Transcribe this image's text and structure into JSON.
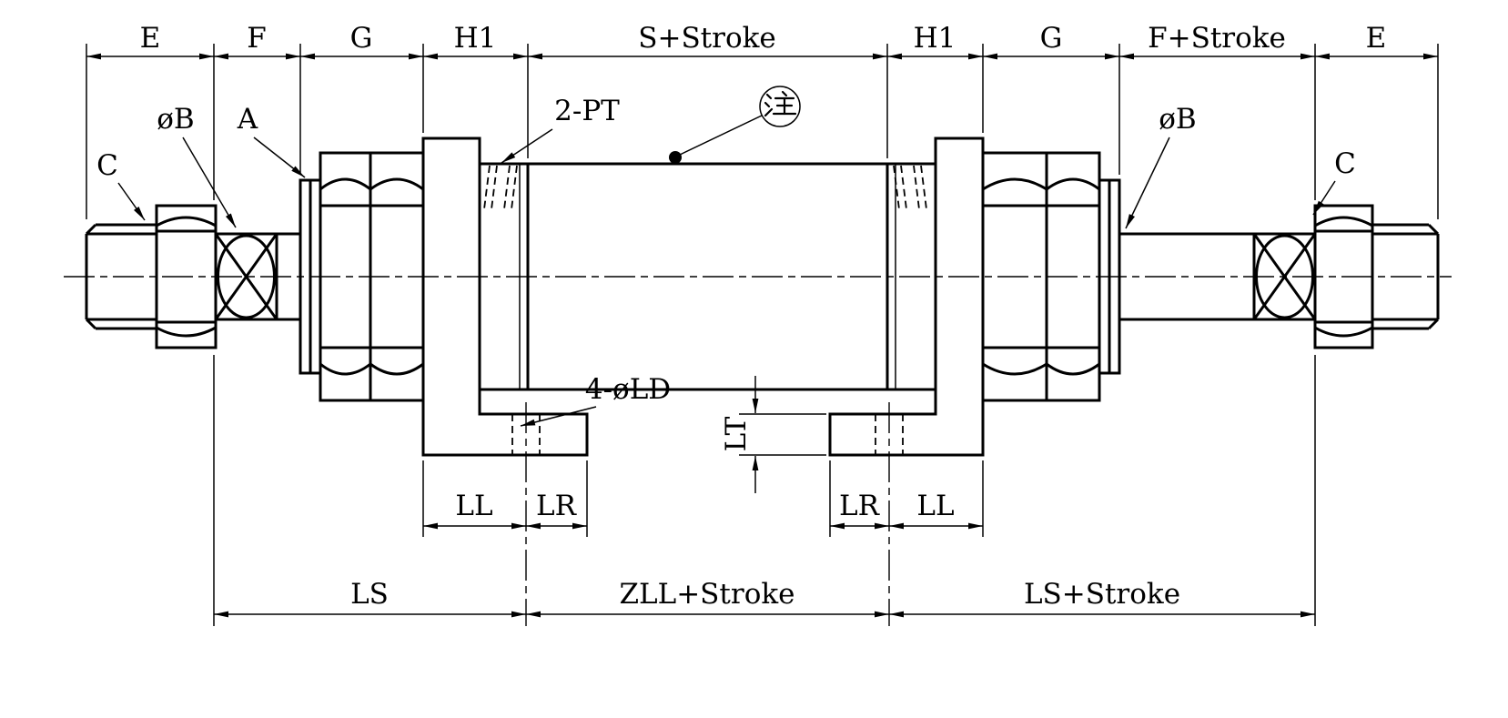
{
  "dims": {
    "top": [
      "E",
      "F",
      "G",
      "H1",
      "S+Stroke",
      "H1",
      "G",
      "F+Stroke",
      "E"
    ],
    "mid_left": [
      "LL",
      "LR"
    ],
    "mid_right": [
      "LR",
      "LL"
    ],
    "bottom": [
      "LS",
      "ZLL+Stroke",
      "LS+Stroke"
    ],
    "thickness": "LT"
  },
  "labels": {
    "rod_thread_left": "C",
    "rod_dia_left": "øB",
    "washer": "A",
    "ports": "2-PT",
    "note": "注",
    "rod_dia_right": "øB",
    "rod_thread_right": "C",
    "mount_holes": "4-øLD"
  },
  "colors": {
    "line": "#000000",
    "background": "#ffffff"
  }
}
